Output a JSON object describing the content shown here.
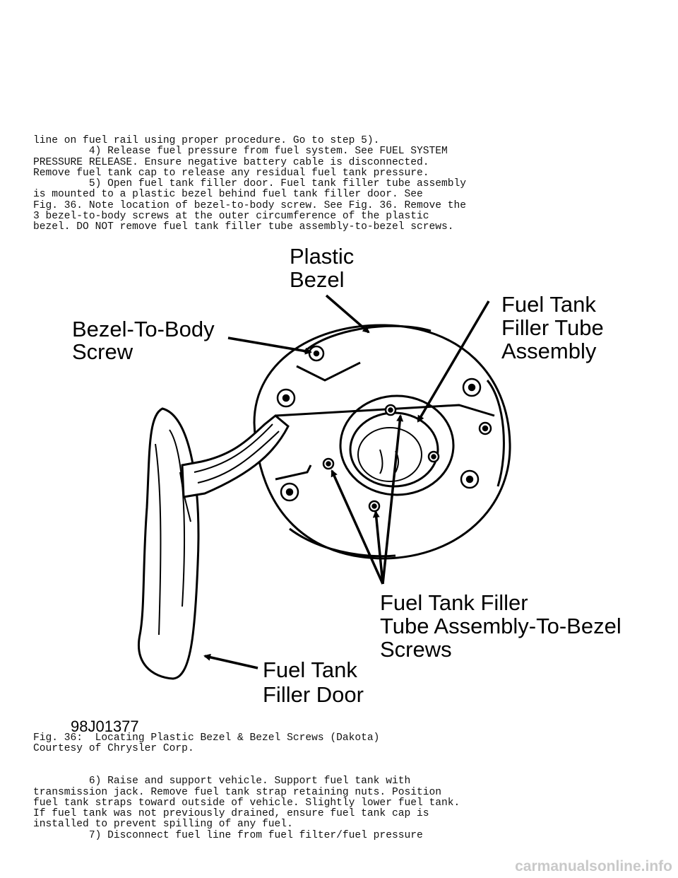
{
  "body_text_top": [
    "line on fuel rail using proper procedure. Go to step 5).",
    "         4) Release fuel pressure from fuel system. See FUEL SYSTEM",
    "PRESSURE RELEASE. Ensure negative battery cable is disconnected.",
    "Remove fuel tank cap to release any residual fuel tank pressure.",
    "         5) Open fuel tank filler door. Fuel tank filler tube assembly",
    "is mounted to a plastic bezel behind fuel tank filler door. See",
    "Fig. 36. Note location of bezel-to-body screw. See Fig. 36. Remove the",
    "3 bezel-to-body screws at the outer circumference of the plastic",
    "bezel. DO NOT remove fuel tank filler tube assembly-to-bezel screws."
  ],
  "figure": {
    "labels": {
      "plastic_bezel": [
        "Plastic",
        "Bezel"
      ],
      "bezel_to_body_screw": [
        "Bezel-To-Body",
        "Screw"
      ],
      "filler_tube_assembly": [
        "Fuel Tank",
        "Filler Tube",
        "Assembly"
      ],
      "tube_to_bezel_screws": [
        "Fuel Tank Filler",
        "Tube Assembly-To-Bezel",
        "Screws"
      ],
      "filler_door": [
        "Fuel Tank",
        "Filler Door"
      ]
    },
    "figure_id": "98J01377"
  },
  "caption": [
    "Fig. 36:  Locating Plastic Bezel & Bezel Screws (Dakota)",
    "Courtesy of Chrysler Corp."
  ],
  "body_text_bottom": [
    "",
    "         6) Raise and support vehicle. Support fuel tank with",
    "transmission jack. Remove fuel tank strap retaining nuts. Position",
    "fuel tank straps toward outside of vehicle. Slightly lower fuel tank.",
    "If fuel tank was not previously drained, ensure fuel tank cap is",
    "installed to prevent spilling of any fuel.",
    "         7) Disconnect fuel line from fuel filter/fuel pressure"
  ],
  "watermark": "carmanualsonline.info"
}
